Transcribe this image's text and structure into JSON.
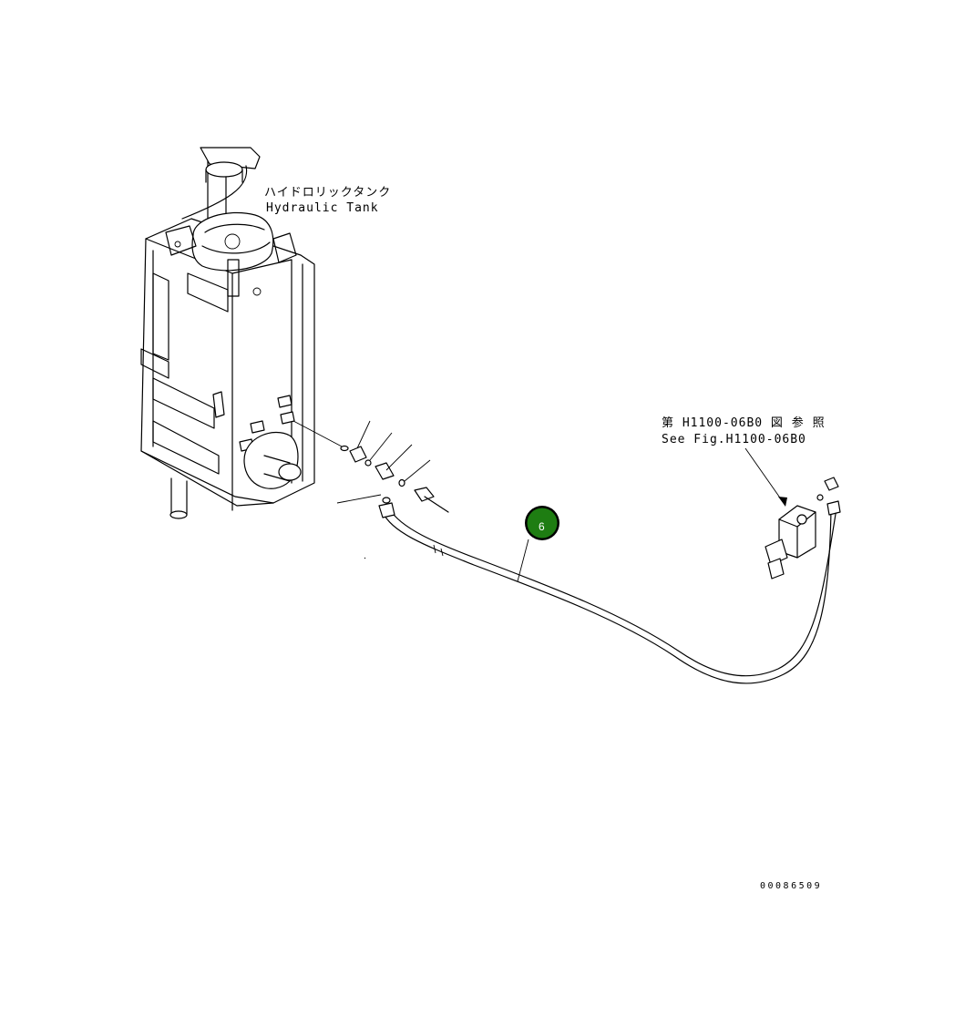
{
  "labels": {
    "tank_jp": "ハイドロリックタンク",
    "tank_en": "Hydraulic Tank",
    "ref_jp": "第 H1100-06B0 図 参 照",
    "ref_en": "See Fig.H1100-06B0",
    "drawing_number": "00086509"
  },
  "callouts": [
    {
      "id": "6",
      "color": "#1e7d12"
    }
  ],
  "colors": {
    "line": "#000000",
    "background": "#ffffff",
    "badge_fill": "#1e7d12"
  }
}
